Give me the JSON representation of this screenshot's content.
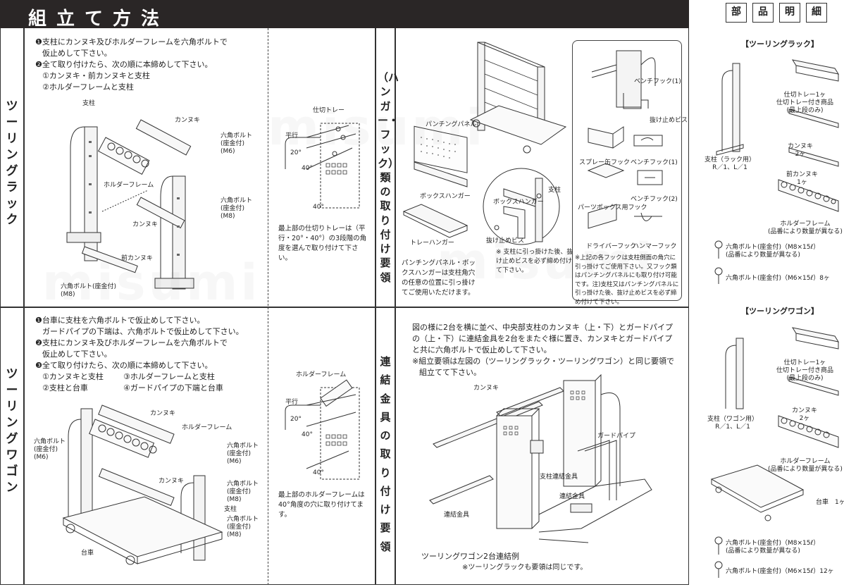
{
  "title": "組立て方法",
  "sections": {
    "rack_title": "ツーリングラック",
    "wagon_title": "ツーリングワゴン",
    "hook_title": "（ハンガー・フック）類の取り付け要領",
    "join_title": "連結金具の取り付け要領"
  },
  "rack": {
    "steps": [
      "❶支柱にカンヌキ及びホルダーフレームを六角ボルトで",
      "仮止めして下さい。",
      "❷全て取り付けたら、次の順に本締めして下さい。",
      "①カンヌキ・前カンヌキと支柱",
      "②ホルダーフレームと支柱"
    ],
    "labels": {
      "shichu": "支柱",
      "kannuki1": "カンヌキ",
      "bolt_m6": "六角ボルト\n(座金付)\n(M6)",
      "holder": "ホルダーフレーム",
      "bolt_m8a": "六角ボルト\n(座金付)\n(M8)",
      "kannuki2": "カンヌキ",
      "mae": "前カンヌキ",
      "bolt_m8b": "六角ボルト(座金付)\n(M8)"
    },
    "detail": {
      "shikiri": "仕切トレー",
      "heikou": "平行",
      "a20": "20°",
      "a40": "40°",
      "a40b": "40°",
      "note": "最上部の仕切りトレーは（平行・20°・40°）の3段階の角度を選んで取り付けて下さい。"
    }
  },
  "wagon": {
    "steps": [
      "❶台車に支柱を六角ボルトで仮止めして下さい。",
      "ガードパイプの下端は、六角ボルトで仮止めして下さい。",
      "❷支柱にカンヌキ及びホルダーフレームを六角ボルトで",
      "仮止めして下さい。",
      "❸全て取り付けたら、次の順に本締めして下さい。"
    ],
    "order": [
      "①カンヌキと支柱",
      "③ホルダーフレームと支柱",
      "②支柱と台車",
      "④ガードパイプの下端と台車"
    ],
    "labels": {
      "kannuki1": "カンヌキ",
      "holder": "ホルダーフレーム",
      "bolt_m6": "六角ボルト\n(座金付)\n(M6)",
      "bolt_m6r": "六角ボルト\n(座金付)\n(M6)",
      "kannuki2": "カンヌキ",
      "bolt_m8a": "六角ボルト\n(座金付)\n(M8)",
      "shichu": "支柱",
      "bolt_m8b": "六角ボルト\n(座金付)\n(M8)",
      "daisha": "台車"
    },
    "detail": {
      "holder": "ホルダーフレーム",
      "heikou": "平行",
      "a20": "20°",
      "a40": "40°",
      "a40b": "40°",
      "note": "最上部のホルダーフレームは40°角度の穴に取り付けてます。"
    }
  },
  "hooks": {
    "punching": "パンチングパネル",
    "boxhanger": "ボックスハンガー",
    "trayhanger": "トレーハンガー",
    "note1": "パンチングパネル・ボックスハンガーは支柱角穴の任意の位置に引っ掛けてご使用いただけます。",
    "box_detail": "ボックスハンガー",
    "stopper": "抜け止めビス",
    "shichu": "支柱",
    "note2": "※ 支柱に引っ掛けた後、抜け止めビスを必ず締め付けて下さい。",
    "bench1": "ベンチフック(1)",
    "stopper2": "抜け止めビス",
    "spray": "スプレー缶フック",
    "bench1b": "ベンチフック(1)",
    "parts": "パーツボックス用フック",
    "bench2": "ベンチフック(2)",
    "driver": "ドライバーフック",
    "hammer": "ハンマーフック",
    "note3": "※上記の各フックは支柱側面の角穴に引っ掛けてご使用下さい。又フック類はパンチングパネルにも取り付け可能です。注)支柱又はパンチングパネルに引っ掛けた後、抜け止めビスを必ず締め付けて下さい。"
  },
  "join": {
    "text": [
      "図の様に2台を横に並べ、中央部支柱のカンヌキ（上・下）とガードパイプ",
      "の（上・下）に連結金具を2台をまたぐ様に置き、カンヌキとガードパイプ",
      "と共に六角ボルトで仮止めして下さい。",
      "※組立要領は左図の（ツーリングラック・ツーリングワゴン）と同じ要領で",
      "組立てて下さい。"
    ],
    "kannuki": "カンヌキ",
    "guard": "ガードパイプ",
    "shichu": "支柱連結金具",
    "renketsu1": "連結金具",
    "renketsu2": "連結金具",
    "caption": "ツーリングワゴン2台連結例",
    "caption2": "※ツーリングラックも要領は同じです。"
  },
  "parts": {
    "heading": [
      "部",
      "品",
      "明",
      "細"
    ],
    "rack_title": "【ツーリングラック】",
    "rack_items": {
      "tray": "仕切トレー1ヶ\n仕切トレー付き商品\n(最上段のみ)",
      "pillar": "支柱（ラック用）\nR／1、L／1",
      "kannuki": "カンヌキ\n2ヶ",
      "mae": "前カンヌキ\n1ヶ",
      "holder": "ホルダーフレーム\n(品番により数量が異なる)",
      "bolt8": "六角ボルト(座金付)（M8×15ℓ）\n(品番により数量が異なる)",
      "bolt6": "六角ボルト(座金付)（M6×15ℓ）8ヶ"
    },
    "wagon_title": "【ツーリングワゴン】",
    "wagon_items": {
      "tray": "仕切トレー1ヶ\n仕切トレー付き商品\n(最上段のみ)",
      "pillar": "支柱（ワゴン用）\nR／1、L／1",
      "kannuki": "カンヌキ\n2ヶ",
      "holder": "ホルダーフレーム\n(品番により数量が異なる)",
      "cart": "台車　1ヶ",
      "bolt8": "六角ボルト(座金付)（M8×15ℓ）\n(品番により数量が異なる)",
      "bolt6": "六角ボルト(座金付)（M6×15ℓ）12ヶ"
    }
  },
  "watermark": "misumi"
}
